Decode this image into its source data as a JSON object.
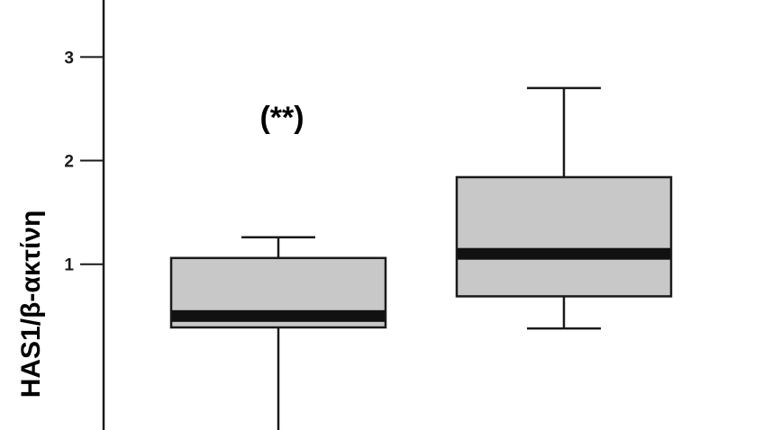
{
  "chart_data": {
    "type": "box",
    "ylabel": "HAS1/β-ακτίνη",
    "ylim": [
      -0.6,
      3.55
    ],
    "yticks": [
      1,
      2,
      3
    ],
    "tick_labels": [
      "1",
      "2",
      "3"
    ],
    "series": [
      {
        "min": -0.8,
        "q1": 0.39,
        "median": 0.5,
        "q3": 1.06,
        "max": 1.26,
        "annotation": "(**)"
      },
      {
        "min": 0.38,
        "q1": 0.69,
        "median": 1.1,
        "q3": 1.84,
        "max": 2.7
      }
    ],
    "box_fill": "#c8c8c8",
    "line_color": "#1a1a1a",
    "median_color": "#111111",
    "grid": false
  }
}
